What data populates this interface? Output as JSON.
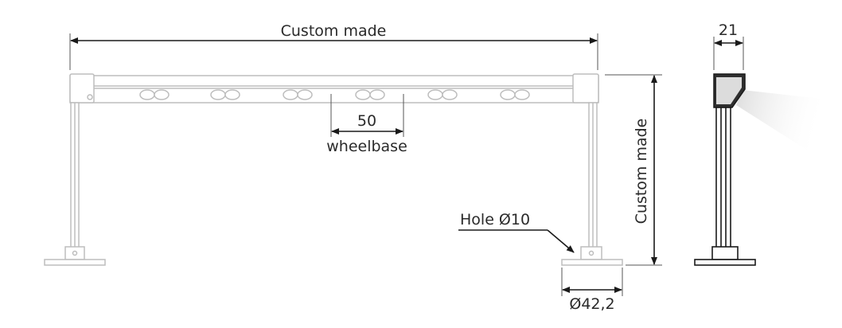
{
  "dimensions": {
    "overall_width_label": "Custom made",
    "overall_height_label": "Custom made",
    "wheelbase_value": "50",
    "wheelbase_label": "wheelbase",
    "hole_label": "Hole Ø10",
    "foot_diameter_label": "Ø42,2",
    "profile_width_label": "21"
  }
}
